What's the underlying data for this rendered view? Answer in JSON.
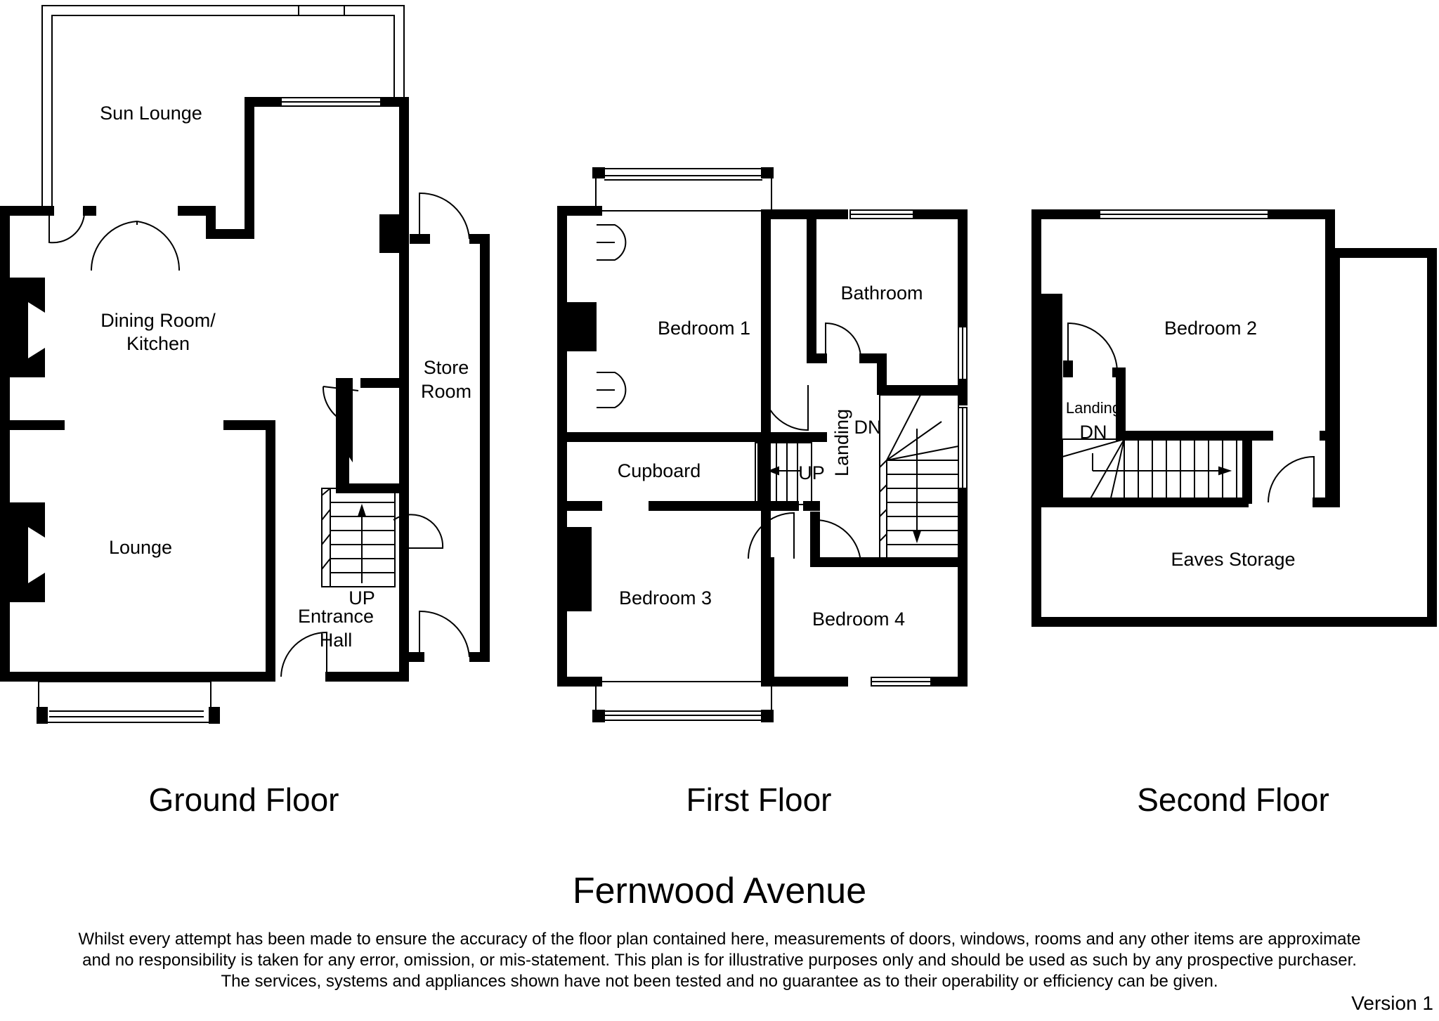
{
  "rooms": {
    "sun_lounge": "Sun Lounge",
    "dining_kitchen_1": "Dining Room/",
    "dining_kitchen_2": "Kitchen",
    "store_room_1": "Store",
    "store_room_2": "Room",
    "lounge": "Lounge",
    "entrance_hall_1": "Entrance",
    "entrance_hall_2": "Hall",
    "bedroom_1": "Bedroom 1",
    "bathroom": "Bathroom",
    "cupboard": "Cupboard",
    "landing_first": "Landing",
    "bedroom_3": "Bedroom 3",
    "bedroom_4": "Bedroom 4",
    "bedroom_2": "Bedroom 2",
    "landing_second": "Landing",
    "eaves_storage": "Eaves Storage"
  },
  "stair_labels": {
    "ground_up": "UP",
    "first_up": "UP",
    "first_dn": "DN",
    "second_dn": "DN"
  },
  "floors": {
    "ground": "Ground Floor",
    "first": "First Floor",
    "second": "Second Floor"
  },
  "title": "Fernwood Avenue",
  "disclaimer": [
    "Whilst every attempt has been made to ensure the accuracy of the floor plan contained here, measurements of doors, windows, rooms and any other items are approximate",
    "and no responsibility is taken for any error, omission, or mis-statement. This plan is for illustrative purposes only and should be used as such by any prospective purchaser.",
    "The services, systems and appliances shown have not been tested and no guarantee as to their operability or efficiency can be given."
  ],
  "version": "Version 1"
}
